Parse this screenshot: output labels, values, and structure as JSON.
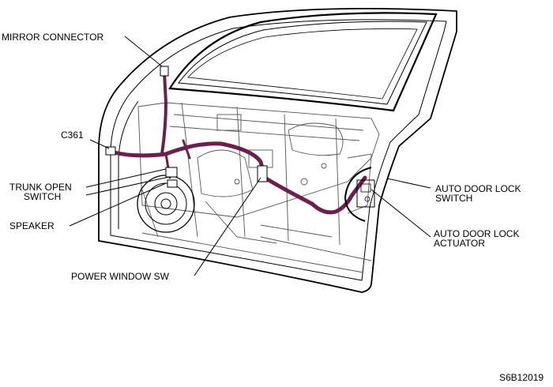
{
  "labels": {
    "mirror_connector": "MIRROR CONNECTOR",
    "c361": "C361",
    "trunk_open_switch_line1": "TRUNK OPEN",
    "trunk_open_switch_line2": "SWITCH",
    "speaker": "SPEAKER",
    "power_window_sw": "POWER WINDOW SW",
    "auto_door_lock_switch_line1": "AUTO DOOR LOCK",
    "auto_door_lock_switch_line2": "SWITCH",
    "auto_door_lock_actuator_line1": "AUTO DOOR LOCK",
    "auto_door_lock_actuator_line2": "ACTUATOR"
  },
  "figure_id": "S6B12019",
  "colors": {
    "harness": "#6b1f4e",
    "line": "#000000",
    "detail": "#555555"
  }
}
